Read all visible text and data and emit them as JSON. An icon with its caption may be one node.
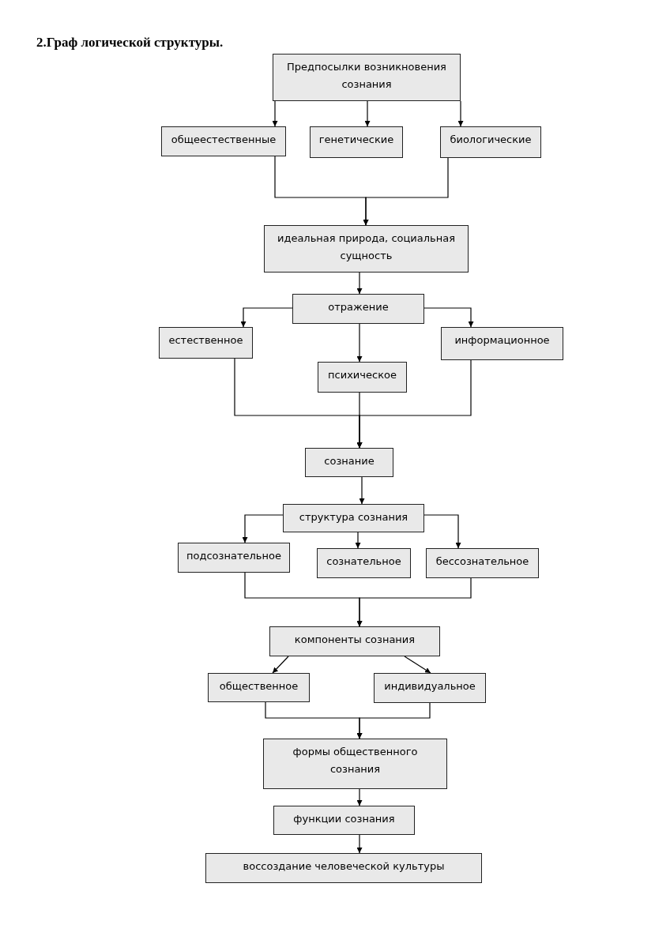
{
  "diagram": {
    "title": "2.Граф логической структуры.",
    "nodes": [
      {
        "text": [
          "Предпосылки возникновения сознания"
        ]
      },
      {
        "text": [
          "общеестественные"
        ]
      },
      {
        "text": [
          "генетические"
        ]
      },
      {
        "text": [
          "биологические"
        ]
      },
      {
        "text": [
          "идеальная природа, социальная сущность"
        ]
      },
      {
        "text": [
          "отражение"
        ]
      },
      {
        "text": [
          "естественное"
        ]
      },
      {
        "text": [
          "психическое"
        ]
      },
      {
        "text": [
          "информационное"
        ]
      },
      {
        "text": [
          "сознание"
        ]
      },
      {
        "text": [
          "структура сознания"
        ]
      },
      {
        "text": [
          "подсознательное"
        ]
      },
      {
        "text": [
          "сознательное"
        ]
      },
      {
        "text": [
          "бессознательное"
        ]
      },
      {
        "text": [
          "компоненты сознания"
        ]
      },
      {
        "text": [
          "общественное"
        ]
      },
      {
        "text": [
          "индивидуальное"
        ]
      },
      {
        "text": [
          "формы общественного сознания"
        ]
      },
      {
        "text": [
          "функции сознания"
        ]
      },
      {
        "text": [
          "воссоздание человеческой культуры"
        ]
      }
    ],
    "edges": [
      {
        "from": 0,
        "to": 1,
        "arrow": "to"
      },
      {
        "from": 0,
        "to": 2,
        "arrow": "to"
      },
      {
        "from": 0,
        "to": 3,
        "arrow": "to"
      },
      {
        "from": 1,
        "to": 4,
        "arrow": "to"
      },
      {
        "from": 3,
        "to": 4,
        "arrow": "to"
      },
      {
        "from": 4,
        "to": 5,
        "arrow": "to"
      },
      {
        "from": 5,
        "to": 6,
        "arrow": "to"
      },
      {
        "from": 5,
        "to": 7,
        "arrow": "to"
      },
      {
        "from": 5,
        "to": 8,
        "arrow": "to"
      },
      {
        "from": 6,
        "to": 9,
        "arrow": "to"
      },
      {
        "from": 7,
        "to": 9,
        "arrow": "to"
      },
      {
        "from": 8,
        "to": 9,
        "arrow": "to"
      },
      {
        "from": 9,
        "to": 10,
        "arrow": "to"
      },
      {
        "from": 10,
        "to": 11,
        "arrow": "to"
      },
      {
        "from": 10,
        "to": 12,
        "arrow": "to"
      },
      {
        "from": 10,
        "to": 13,
        "arrow": "to"
      },
      {
        "from": 11,
        "to": 14,
        "arrow": "to"
      },
      {
        "from": 13,
        "to": 14,
        "arrow": "to"
      },
      {
        "from": 14,
        "to": 15,
        "arrow": "to"
      },
      {
        "from": 14,
        "to": 16,
        "arrow": "to"
      },
      {
        "from": 15,
        "to": 17,
        "arrow": "to"
      },
      {
        "from": 16,
        "to": 17,
        "arrow": "to"
      },
      {
        "from": 17,
        "to": 18,
        "arrow": "to"
      },
      {
        "from": 18,
        "to": 19,
        "arrow": "to"
      }
    ]
  }
}
